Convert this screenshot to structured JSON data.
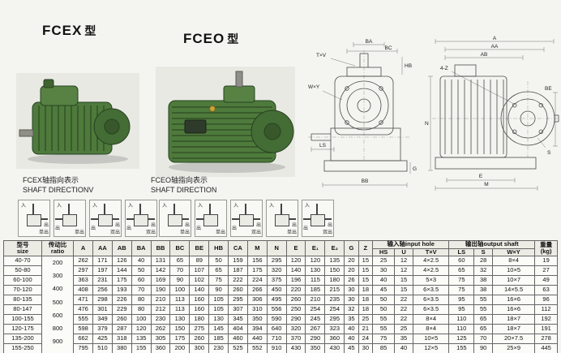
{
  "colors": {
    "product_green": "#4e7a3c",
    "table_header_bg": "#ecebe4",
    "line": "#4a4a4a"
  },
  "titles": {
    "fcex": {
      "model": "FCEX",
      "suffix": "型"
    },
    "fceo": {
      "model": "FCEO",
      "suffix": "型"
    }
  },
  "shaft_direction": {
    "fcex": {
      "line1": "FCEX轴指向表示",
      "line2": "SHAFT DIRECTIONV"
    },
    "fceo": {
      "line1": "FCEO轴指向表示",
      "line2": "SHAFT DIRECTION"
    },
    "labels": {
      "in": "入",
      "out": "出",
      "single": "单出",
      "double": "双出"
    },
    "fcex_boxes": [
      {
        "out": "right",
        "cap": "单出"
      },
      {
        "out": "left",
        "cap": "单出"
      },
      {
        "out": "both",
        "cap": "双出"
      },
      {
        "out": "both",
        "cap": "双出"
      }
    ],
    "fceo_boxes": [
      {
        "out": "right",
        "cap": "单出"
      },
      {
        "out": "left",
        "cap": "单出"
      },
      {
        "out": "both",
        "cap": "双出"
      },
      {
        "out": "right",
        "cap": "单出"
      },
      {
        "out": "both",
        "cap": "双出"
      }
    ]
  },
  "drawings": {
    "front": {
      "labels": [
        "BA",
        "BC",
        "HB",
        "T×V",
        "W×Y",
        "LS",
        "BB",
        "G"
      ]
    },
    "side": {
      "labels": [
        "A",
        "AA",
        "AB",
        "4-Z",
        "BE",
        "S",
        "N",
        "E",
        "M"
      ]
    }
  },
  "table": {
    "col_size": {
      "zh": "型号",
      "en": "size"
    },
    "col_ratio": {
      "zh": "传动比",
      "en": "ratio"
    },
    "dim_cols": [
      "A",
      "AA",
      "AB",
      "BA",
      "BB",
      "BC",
      "BE",
      "HB",
      "CA",
      "M",
      "N",
      "E",
      "E₁",
      "E₂",
      "G",
      "Z"
    ],
    "input_group": {
      "label": "输入轴input hole",
      "cols": [
        "HS",
        "U",
        "T×V"
      ]
    },
    "output_group": {
      "label": "输出轴output shaft",
      "cols": [
        "LS",
        "S",
        "W×Y"
      ]
    },
    "col_weight": {
      "zh": "重量",
      "en": "(kg)"
    },
    "ratios": [
      "200",
      "300",
      "400",
      "500",
      "600",
      "800",
      "900"
    ],
    "rows": [
      {
        "size": "40-70",
        "dims": [
          "262",
          "171",
          "126",
          "40",
          "131",
          "65",
          "89",
          "50",
          "159",
          "156",
          "295",
          "120",
          "120",
          "135",
          "20",
          "15"
        ],
        "input": [
          "25",
          "12",
          "4×2.5"
        ],
        "output": [
          "60",
          "28",
          "8×4"
        ],
        "kg": "19"
      },
      {
        "size": "50-80",
        "dims": [
          "297",
          "197",
          "144",
          "50",
          "142",
          "70",
          "107",
          "65",
          "187",
          "175",
          "320",
          "140",
          "130",
          "150",
          "20",
          "15"
        ],
        "input": [
          "30",
          "12",
          "4×2.5"
        ],
        "output": [
          "65",
          "32",
          "10×5"
        ],
        "kg": "27"
      },
      {
        "size": "60-100",
        "dims": [
          "363",
          "231",
          "175",
          "60",
          "169",
          "90",
          "102",
          "75",
          "222",
          "224",
          "375",
          "196",
          "115",
          "180",
          "26",
          "15"
        ],
        "input": [
          "40",
          "15",
          "5×3"
        ],
        "output": [
          "75",
          "38",
          "10×7"
        ],
        "kg": "49"
      },
      {
        "size": "70-120",
        "dims": [
          "408",
          "256",
          "193",
          "70",
          "190",
          "100",
          "140",
          "90",
          "260",
          "266",
          "450",
          "220",
          "185",
          "215",
          "30",
          "18"
        ],
        "input": [
          "45",
          "15",
          "6×3.5"
        ],
        "output": [
          "75",
          "38",
          "14×5.5"
        ],
        "kg": "63"
      },
      {
        "size": "80-135",
        "dims": [
          "471",
          "298",
          "226",
          "80",
          "210",
          "113",
          "160",
          "105",
          "295",
          "306",
          "495",
          "260",
          "210",
          "235",
          "30",
          "18"
        ],
        "input": [
          "50",
          "22",
          "6×3.5"
        ],
        "output": [
          "95",
          "55",
          "16×6"
        ],
        "kg": "96"
      },
      {
        "size": "80-147",
        "dims": [
          "476",
          "301",
          "229",
          "80",
          "212",
          "113",
          "160",
          "105",
          "307",
          "310",
          "556",
          "250",
          "254",
          "254",
          "32",
          "18"
        ],
        "input": [
          "50",
          "22",
          "6×3.5"
        ],
        "output": [
          "95",
          "55",
          "16×6"
        ],
        "kg": "112"
      },
      {
        "size": "100-155",
        "dims": [
          "555",
          "349",
          "260",
          "100",
          "230",
          "130",
          "180",
          "130",
          "345",
          "350",
          "590",
          "290",
          "245",
          "295",
          "35",
          "25"
        ],
        "input": [
          "55",
          "22",
          "8×4"
        ],
        "output": [
          "110",
          "65",
          "18×7"
        ],
        "kg": "192"
      },
      {
        "size": "120-175",
        "dims": [
          "598",
          "379",
          "287",
          "120",
          "262",
          "150",
          "275",
          "145",
          "404",
          "394",
          "640",
          "320",
          "267",
          "323",
          "40",
          "21"
        ],
        "input": [
          "55",
          "25",
          "8×4"
        ],
        "output": [
          "110",
          "65",
          "18×7"
        ],
        "kg": "191"
      },
      {
        "size": "135-200",
        "dims": [
          "662",
          "425",
          "318",
          "135",
          "305",
          "175",
          "260",
          "185",
          "460",
          "440",
          "710",
          "370",
          "290",
          "360",
          "40",
          "24"
        ],
        "input": [
          "75",
          "35",
          "10×5"
        ],
        "output": [
          "125",
          "70",
          "20×7.5"
        ],
        "kg": "278"
      },
      {
        "size": "155-250",
        "dims": [
          "795",
          "510",
          "380",
          "155",
          "360",
          "200",
          "300",
          "230",
          "525",
          "552",
          "910",
          "430",
          "350",
          "430",
          "45",
          "30"
        ],
        "input": [
          "85",
          "40",
          "12×5"
        ],
        "output": [
          "155",
          "90",
          "25×9"
        ],
        "kg": "445"
      }
    ]
  }
}
